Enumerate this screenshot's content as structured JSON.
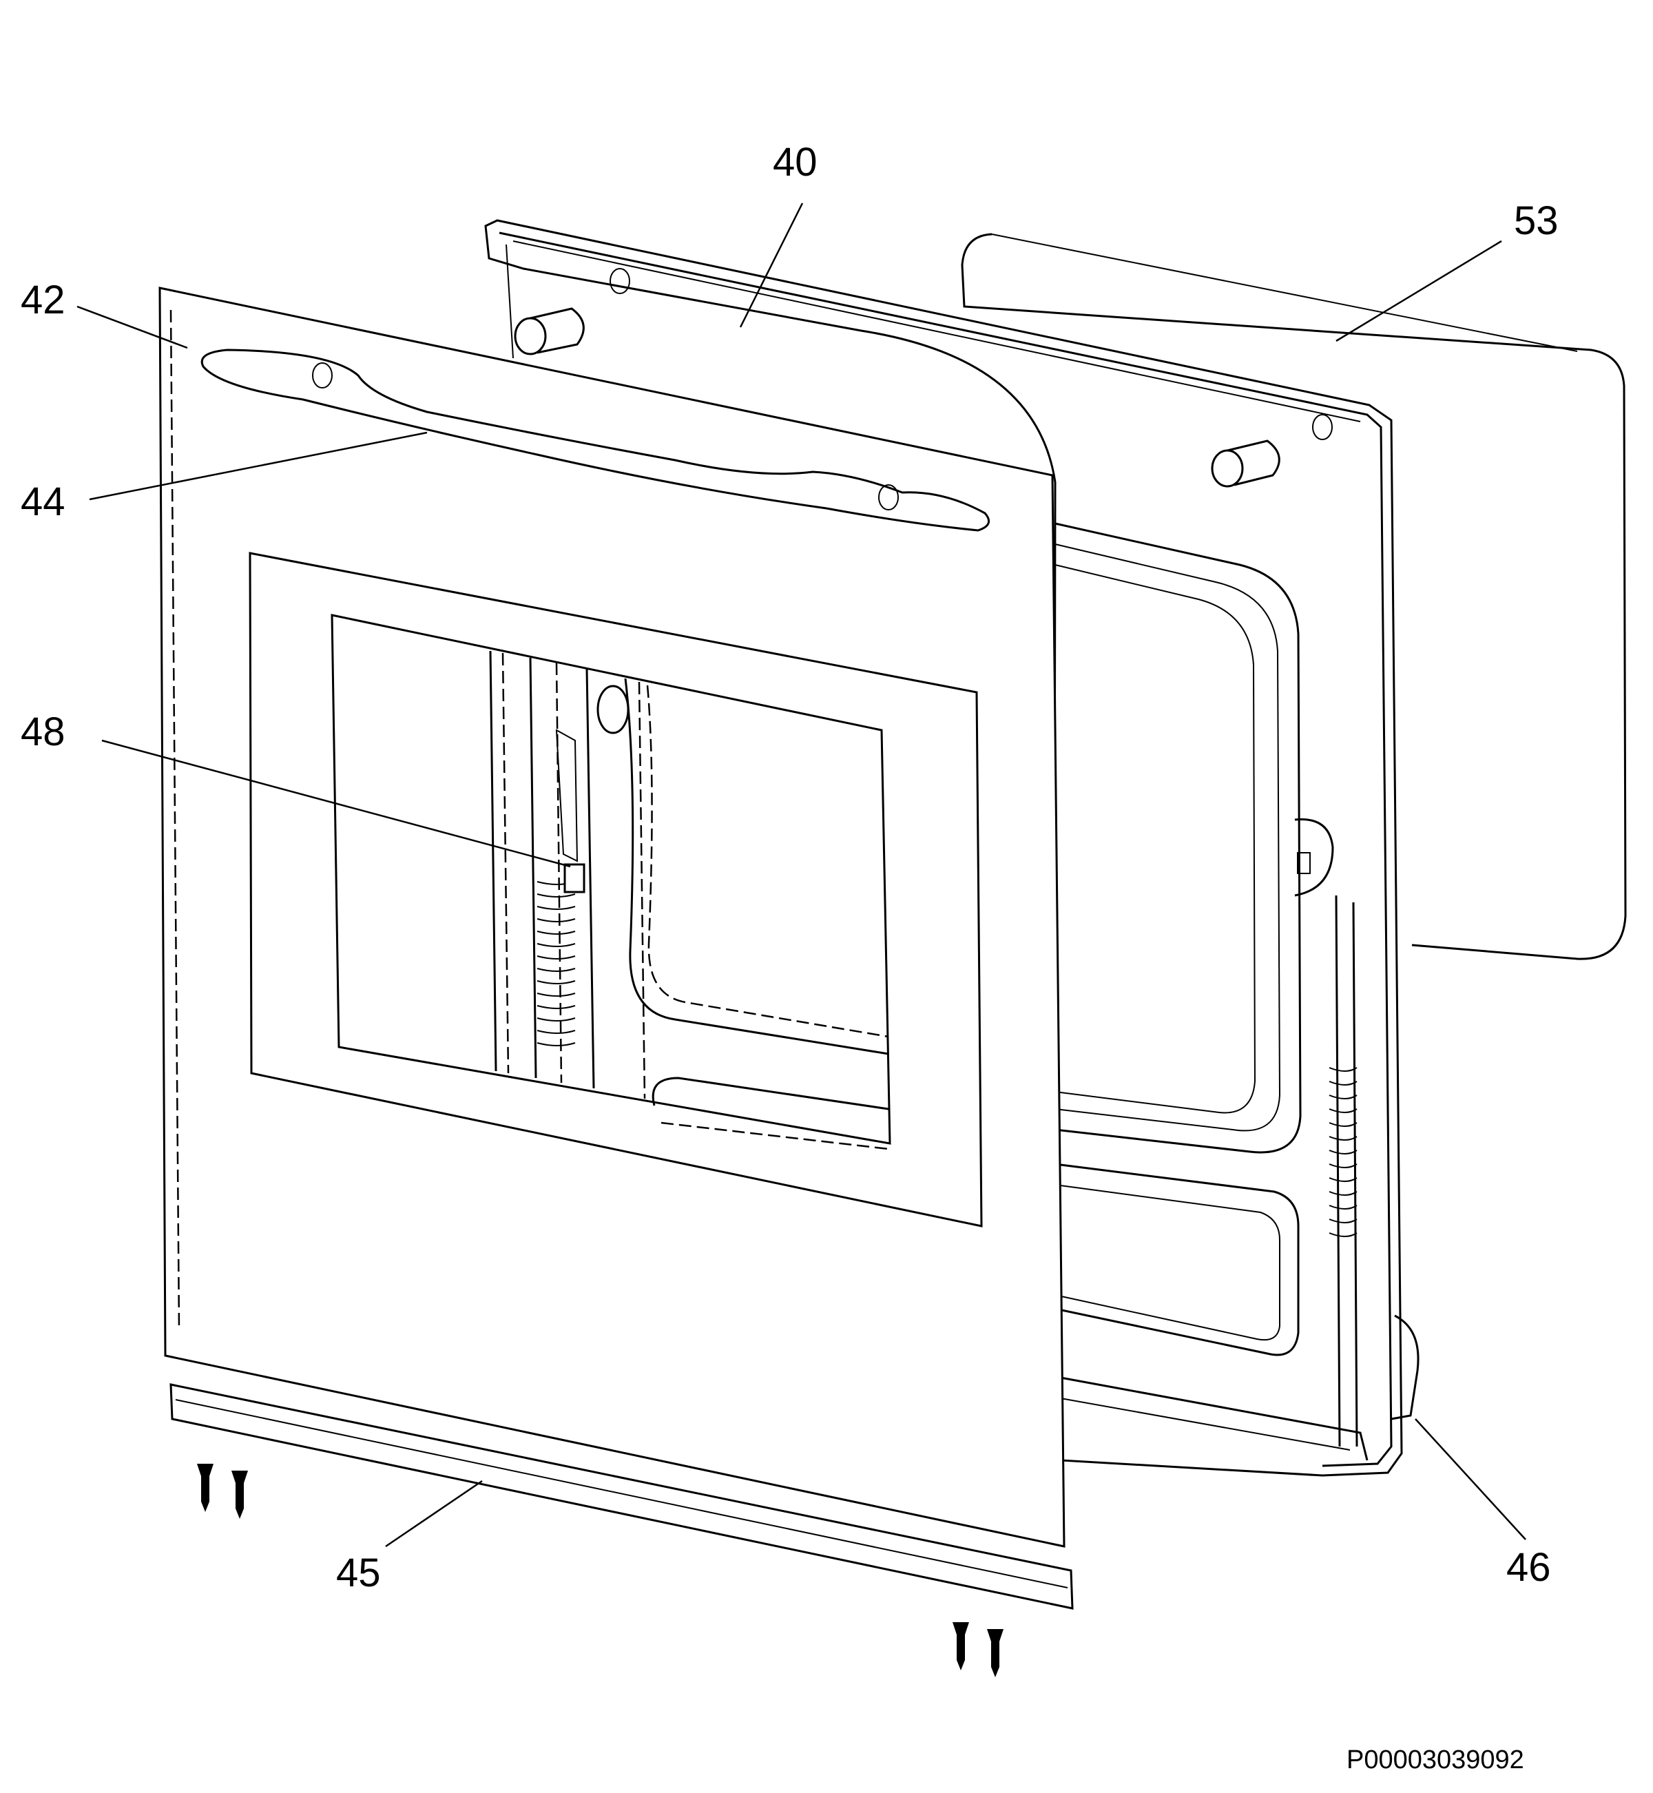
{
  "callouts": [
    {
      "id": "label-40",
      "text": "40"
    },
    {
      "id": "label-53",
      "text": "53"
    },
    {
      "id": "label-42",
      "text": "42"
    },
    {
      "id": "label-44",
      "text": "44"
    },
    {
      "id": "label-48",
      "text": "48"
    },
    {
      "id": "label-45",
      "text": "45"
    },
    {
      "id": "label-46",
      "text": "46"
    }
  ],
  "document_id": "P00003039092"
}
